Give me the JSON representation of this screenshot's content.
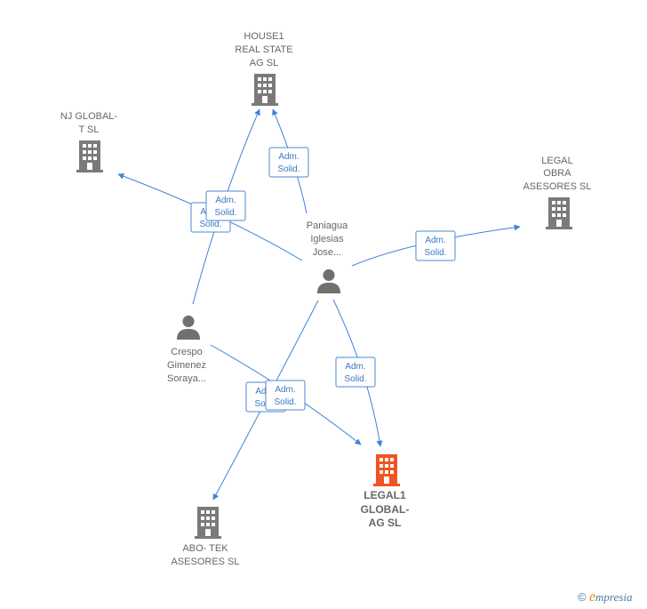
{
  "colors": {
    "edge": "#3f82d9",
    "company": "#7a7a7a",
    "focus": "#ee5522",
    "person": "#707070"
  },
  "nodes": {
    "house1": {
      "kind": "company",
      "label": [
        "HOUSE1",
        "REAL STATE",
        "AG  SL"
      ]
    },
    "nj": {
      "kind": "company",
      "label": [
        "NJ GLOBAL-",
        "T  SL"
      ]
    },
    "legal_obra": {
      "kind": "company",
      "label": [
        "LEGAL",
        "OBRA",
        "ASESORES  SL"
      ]
    },
    "paniagua": {
      "kind": "person",
      "label": [
        "Paniagua",
        "Iglesias",
        "Jose..."
      ]
    },
    "crespo": {
      "kind": "person",
      "label": [
        "Crespo",
        "Gimenez",
        "Soraya..."
      ]
    },
    "legal1": {
      "kind": "focus",
      "label": [
        "LEGAL1",
        "GLOBAL-",
        "AG  SL"
      ]
    },
    "abo": {
      "kind": "company",
      "label": [
        "ABO- TEK",
        "ASESORES SL"
      ]
    }
  },
  "edge_label": [
    "Adm.",
    "Solid."
  ],
  "edges": [
    {
      "from": "paniagua",
      "to": "house1"
    },
    {
      "from": "paniagua",
      "to": "nj"
    },
    {
      "from": "paniagua",
      "to": "legal_obra"
    },
    {
      "from": "paniagua",
      "to": "legal1"
    },
    {
      "from": "paniagua",
      "to": "abo"
    },
    {
      "from": "crespo",
      "to": "house1"
    },
    {
      "from": "crespo",
      "to": "legal1"
    }
  ],
  "copyright": {
    "symbol": "©",
    "brand_e": "e",
    "brand_rest": "mpresia"
  }
}
